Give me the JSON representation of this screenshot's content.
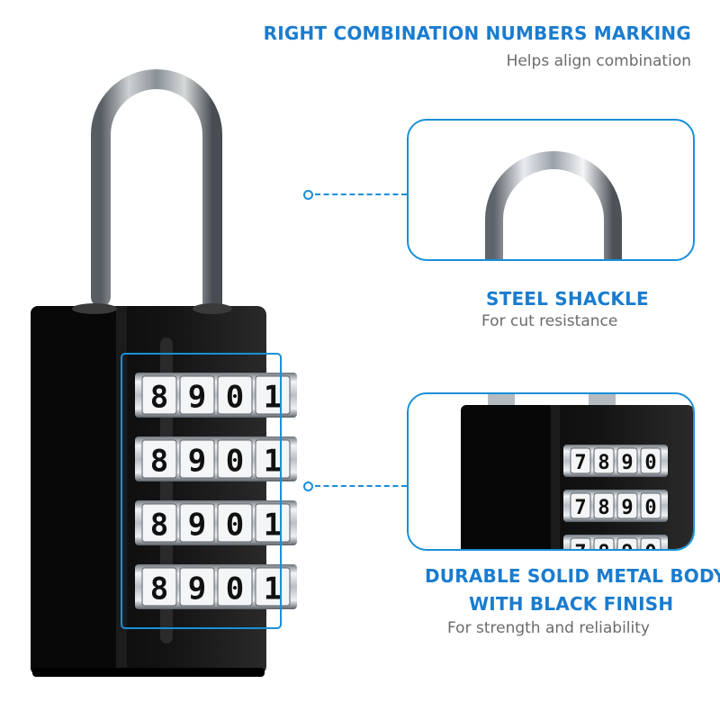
{
  "features": {
    "combination": {
      "title": "RIGHT COMBINATION NUMBERS MARKING",
      "subtitle": "Helps align combination"
    },
    "shackle": {
      "title": "STEEL SHACKLE",
      "subtitle": "For cut resistance"
    },
    "body": {
      "title_line1": "DURABLE SOLID METAL BODY",
      "title_line2": "WITH BLACK FINISH",
      "subtitle": "For strength and reliability"
    }
  },
  "dials": {
    "main": [
      "8",
      "9",
      "0",
      "1"
    ],
    "detail": [
      "7",
      "8",
      "9",
      "0"
    ]
  },
  "colors": {
    "accent": "#1a7ccf",
    "lock_body": "#0b0b0b",
    "dial_metal": "#c9ced3"
  }
}
